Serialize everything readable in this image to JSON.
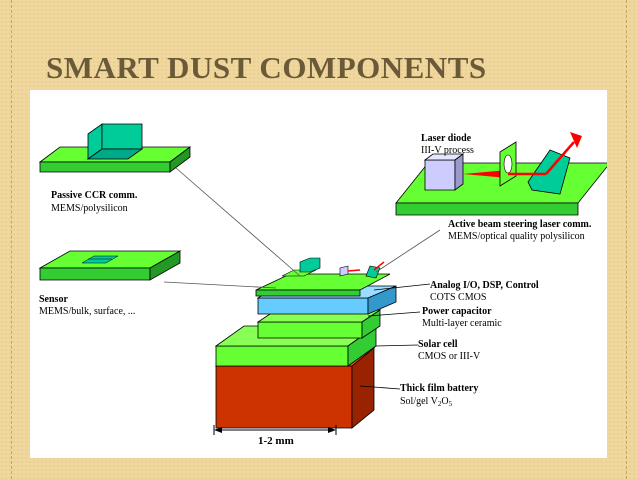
{
  "slide": {
    "title": "SMART DUST COMPONENTS"
  },
  "diagram": {
    "labels": {
      "ccr_title": "Passive CCR comm.",
      "ccr_sub": "MEMS/polysilicon",
      "sensor_title": "Sensor",
      "sensor_sub": "MEMS/bulk, surface, ...",
      "laser_title": "Laser diode",
      "laser_sub": "III-V process",
      "beam_title": "Active beam steering laser comm.",
      "beam_sub": "MEMS/optical quality polysilicon",
      "analog_title": "Analog I/O, DSP, Control",
      "analog_sub": "COTS CMOS",
      "power_title": "Power capacitor",
      "power_sub": "Multi-layer ceramic",
      "solar_title": "Solar cell",
      "solar_sub": "CMOS or III-V",
      "battery_title": "Thick film battery",
      "battery_sub_prefix": "Sol/gel V",
      "battery_sub_sub1": "2",
      "battery_sub_mid": "O",
      "battery_sub_sub2": "5",
      "scale": "1-2 mm"
    },
    "colors": {
      "green": "#66ff33",
      "blue": "#66ccff",
      "battery": "#cc3300",
      "red_arrow": "#ff0000",
      "lavender": "#ccccff",
      "teal": "#00cc99"
    }
  }
}
